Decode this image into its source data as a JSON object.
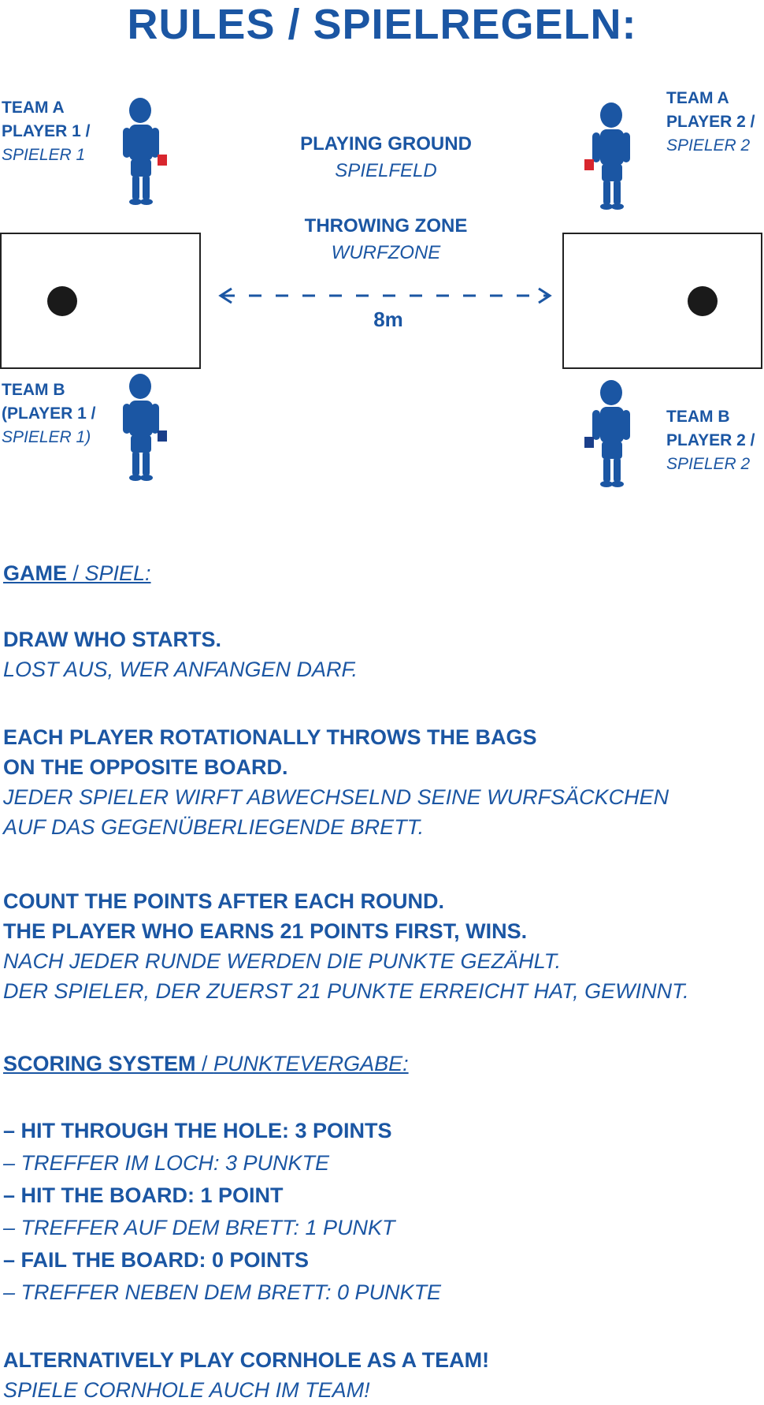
{
  "title": "RULES / SPIELREGELN:",
  "diagram": {
    "team_a_p1": {
      "line1": "TEAM A",
      "line2": "PLAYER 1 /",
      "line3": "SPIELER 1"
    },
    "team_a_p2": {
      "line1": "TEAM A",
      "line2": "PLAYER 2 /",
      "line3": "SPIELER 2"
    },
    "team_b_p1": {
      "line1": "TEAM B",
      "line2": "(PLAYER 1 /",
      "line3": "SPIELER 1)"
    },
    "team_b_p2": {
      "line1": "TEAM B",
      "line2": "PLAYER 2 /",
      "line3": "SPIELER 2"
    },
    "playing_ground": {
      "en": "PLAYING GROUND",
      "de": "SPIELFELD"
    },
    "throwing_zone": {
      "en": "THROWING ZONE",
      "de": "WURFZONE"
    },
    "distance": "8m",
    "colors": {
      "player": "#1b56a3",
      "bag_red": "#d8262e",
      "bag_blue": "#1b3f8a"
    }
  },
  "game": {
    "heading_en": "GAME",
    "slash": " / ",
    "heading_de": "SPIEL:",
    "p1_en": "DRAW WHO STARTS.",
    "p1_de": "LOST AUS, WER ANFANGEN DARF.",
    "p2_en_1": "EACH PLAYER ROTATIONALLY THROWS THE BAGS",
    "p2_en_2": "ON THE OPPOSITE BOARD.",
    "p2_de_1": "JEDER SPIELER WIRFT ABWECHSELND SEINE WURFSÄCKCHEN",
    "p2_de_2": "AUF DAS GEGENÜBERLIEGENDE BRETT.",
    "p3_en_1": "COUNT THE POINTS AFTER EACH ROUND.",
    "p3_en_2": "THE PLAYER WHO EARNS 21 POINTS FIRST, WINS.",
    "p3_de_1": "NACH JEDER RUNDE WERDEN DIE PUNKTE GEZÄHLT.",
    "p3_de_2": "DER SPIELER, DER ZUERST 21 PUNKTE ERREICHT HAT, GEWINNT."
  },
  "scoring": {
    "heading_en": "SCORING SYSTEM",
    "slash": " / ",
    "heading_de": "PUNKTEVERGABE:",
    "items": [
      {
        "en": " – HIT THROUGH THE HOLE: 3 POINTS",
        "de": "– TREFFER IM LOCH: 3 PUNKTE"
      },
      {
        "en": "– HIT THE BOARD: 1 POINT",
        "de": "– TREFFER AUF DEM BRETT: 1 PUNKT"
      },
      {
        "en": "– FAIL THE BOARD: 0 POINTS",
        "de": "– TREFFER NEBEN DEM BRETT: 0 PUNKTE"
      }
    ]
  },
  "team": {
    "en": "ALTERNATIVELY PLAY CORNHOLE AS A TEAM!",
    "de": "SPIELE CORNHOLE AUCH IM TEAM!"
  }
}
